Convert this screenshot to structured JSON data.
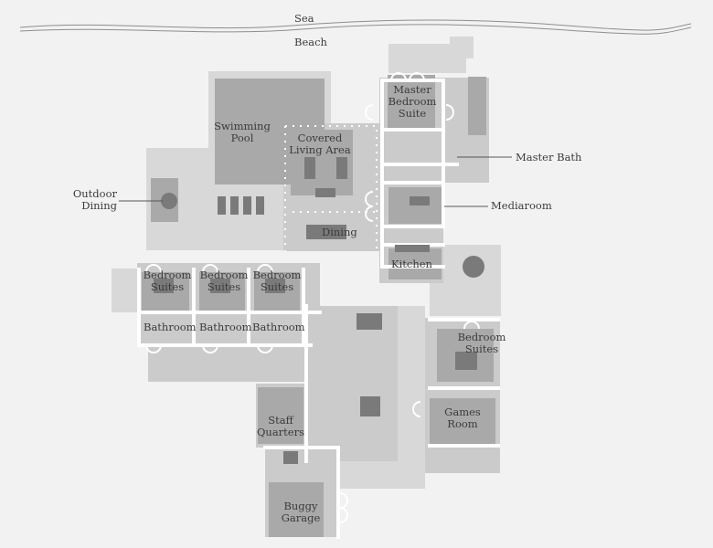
{
  "labels": {
    "sea": "Sea",
    "beach": "Beach",
    "swimming_pool": [
      "Swimming",
      "Pool"
    ],
    "covered_living": [
      "Covered",
      "Living Area"
    ],
    "master_suite": [
      "Master",
      "Bedroom",
      "Suite"
    ],
    "master_bath": "Master Bath",
    "outdoor_dining": [
      "Outdoor",
      "Dining"
    ],
    "mediaroom": "Mediaroom",
    "dining": "Dining",
    "kitchen": "Kitchen",
    "bedroom_suites_1": [
      "Bedroom",
      "Suites"
    ],
    "bedroom_suites_2": [
      "Bedroom",
      "Suites"
    ],
    "bedroom_suites_3": [
      "Bedroom",
      "Suites"
    ],
    "bathroom_1": "Bathroom",
    "bathroom_2": "Bathroom",
    "bathroom_3": "Bathroom",
    "bedroom_suites_east": [
      "Bedroom",
      "Suites"
    ],
    "games_room": [
      "Games",
      "Room"
    ],
    "staff_quarters": [
      "Staff",
      "Quarters"
    ],
    "buggy_garage": [
      "Buggy",
      "Garage"
    ]
  },
  "colors": {
    "background": "#f2f2f2",
    "terrace": "#d8d8d8",
    "floor": "#cbcbcb",
    "room_dark": "#a9a9a9",
    "pool": "#9c9c9c",
    "wall": "#ffffff",
    "furniture": "#7a7a7a",
    "text": "#3b3b3b"
  }
}
